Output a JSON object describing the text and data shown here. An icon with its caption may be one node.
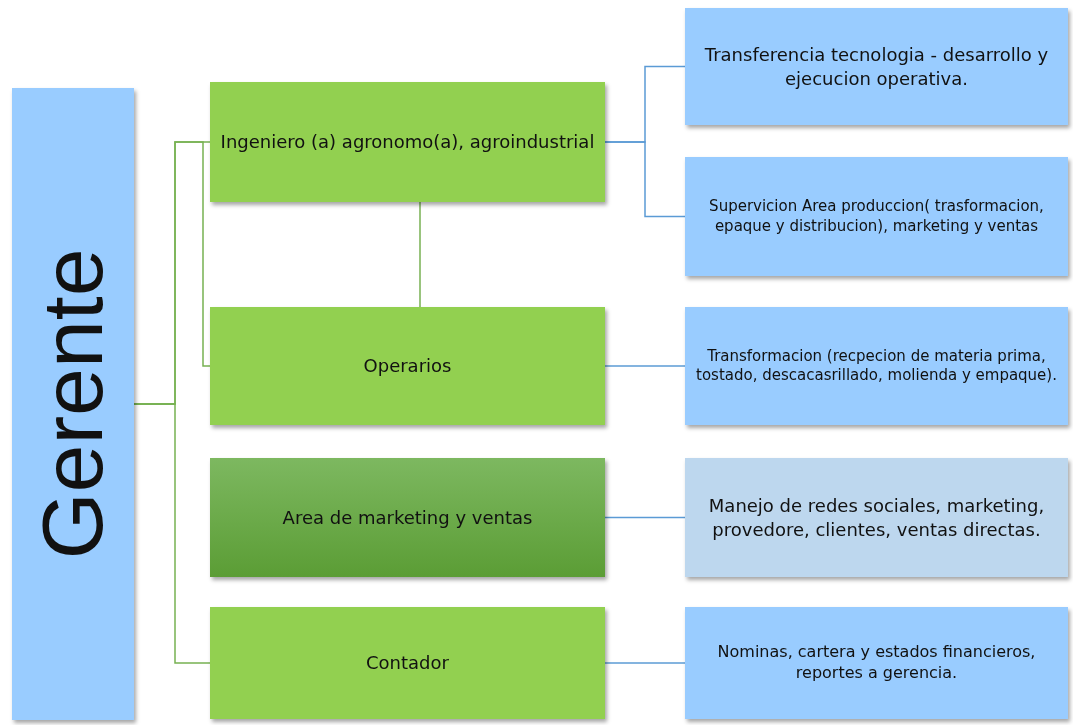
{
  "diagram": {
    "nodes": [
      {
        "text": [
          "Gerente"
        ]
      },
      {
        "text": [
          "Ingeniero (a) agronomo(a), agroindustrial"
        ]
      },
      {
        "text": [
          "Transferencia tecnologia  - desarrollo y  ejecucion operativa."
        ]
      },
      {
        "text": [
          "Supervicion Area produccion( trasformacion, epaque y distribucion), marketing y ventas"
        ]
      },
      {
        "text": [
          "Operarios"
        ]
      },
      {
        "text": [
          "Transformacion (recpecion de materia prima, tostado, descacasrillado, molienda y empaque)."
        ]
      },
      {
        "text": [
          "Area de marketing y ventas"
        ]
      },
      {
        "text": [
          "Manejo de redes sociales, marketing, provedore, clientes, ventas directas."
        ]
      },
      {
        "text": [
          "Contador"
        ]
      },
      {
        "text": [
          "Nominas, cartera  y estados financieros, reportes a gerencia."
        ]
      }
    ],
    "edges": [
      {
        "from": 0,
        "to": 1,
        "arrow": "none",
        "color": "#77b152"
      },
      {
        "from": 0,
        "to": 4,
        "arrow": "none",
        "color": "#77b152"
      },
      {
        "from": 0,
        "to": 8,
        "arrow": "none",
        "color": "#77b152"
      },
      {
        "from": 1,
        "to": 4,
        "arrow": "none",
        "color": "#77b152"
      },
      {
        "from": 1,
        "to": 2,
        "arrow": "none"
      },
      {
        "from": 1,
        "to": 3,
        "arrow": "none"
      },
      {
        "from": 4,
        "to": 5,
        "arrow": "none"
      },
      {
        "from": 6,
        "to": 7,
        "arrow": "none"
      },
      {
        "from": 8,
        "to": 9,
        "arrow": "none"
      }
    ]
  }
}
